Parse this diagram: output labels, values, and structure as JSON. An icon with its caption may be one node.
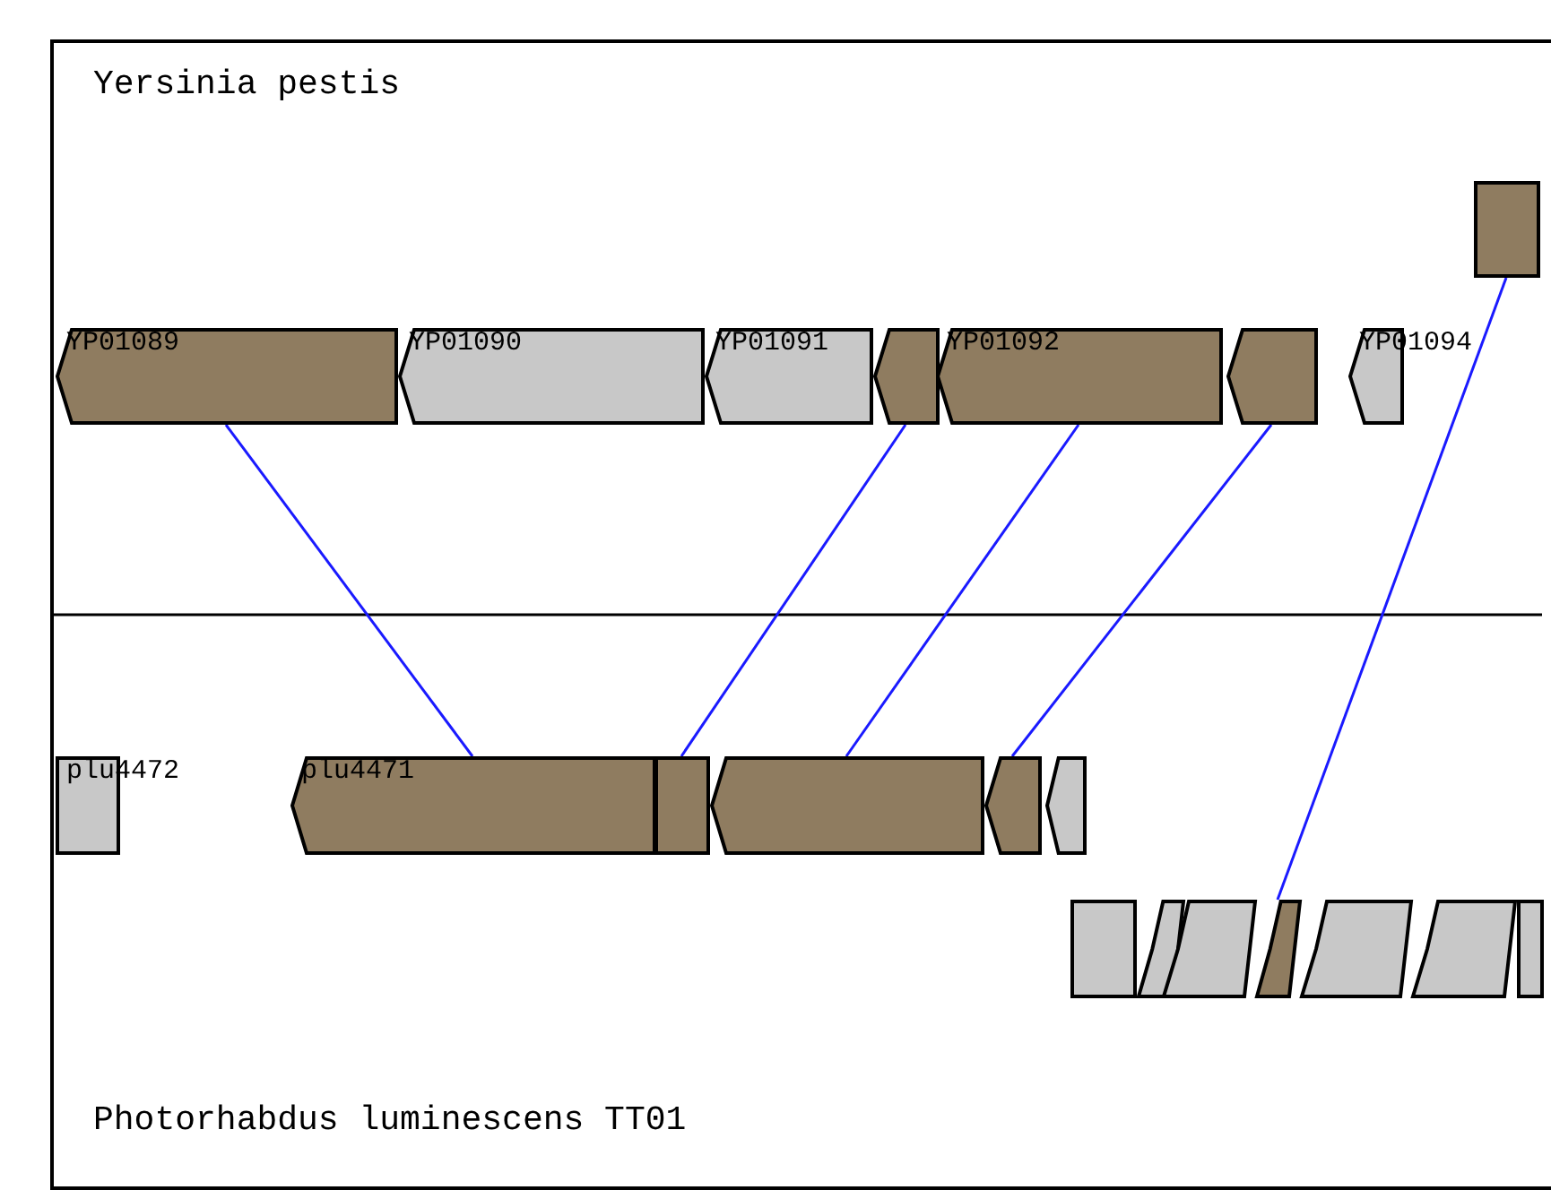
{
  "diagram": {
    "nodes": [
      {
        "text": [
          "YP01089"
        ]
      },
      {
        "text": [
          "YP01090"
        ]
      },
      {
        "text": [
          "YP01091"
        ]
      },
      {
        "text": [],
        "shape": "box"
      },
      {
        "text": [
          "YP01092"
        ]
      },
      {
        "text": [],
        "shape": "box"
      },
      {
        "text": [
          "YP01094"
        ]
      },
      {
        "text": [],
        "shape": "box"
      },
      {
        "text": [
          "plu4472"
        ]
      },
      {
        "text": [
          "plu4471"
        ]
      },
      {
        "text": [],
        "shape": "box"
      },
      {
        "text": [],
        "shape": "box"
      },
      {
        "text": [],
        "shape": "box"
      },
      {
        "text": [],
        "shape": "box"
      },
      {
        "text": [],
        "shape": "box"
      },
      {
        "text": [],
        "shape": "box"
      },
      {
        "text": [],
        "shape": "box"
      },
      {
        "text": [],
        "shape": "box"
      },
      {
        "text": [],
        "shape": "box"
      },
      {
        "text": [],
        "shape": "box"
      },
      {
        "text": [],
        "shape": "box"
      }
    ],
    "edges": [
      {
        "from": 0,
        "to": 9,
        "arrow": "none"
      },
      {
        "from": 3,
        "to": 10,
        "arrow": "none"
      },
      {
        "from": 4,
        "to": 11,
        "arrow": "none"
      },
      {
        "from": 5,
        "to": 12,
        "arrow": "none"
      },
      {
        "from": 7,
        "to": 17,
        "arrow": "none"
      }
    ],
    "labels": [
      "Yersinia pestis",
      "Photorhabdus luminescens TT01"
    ]
  }
}
